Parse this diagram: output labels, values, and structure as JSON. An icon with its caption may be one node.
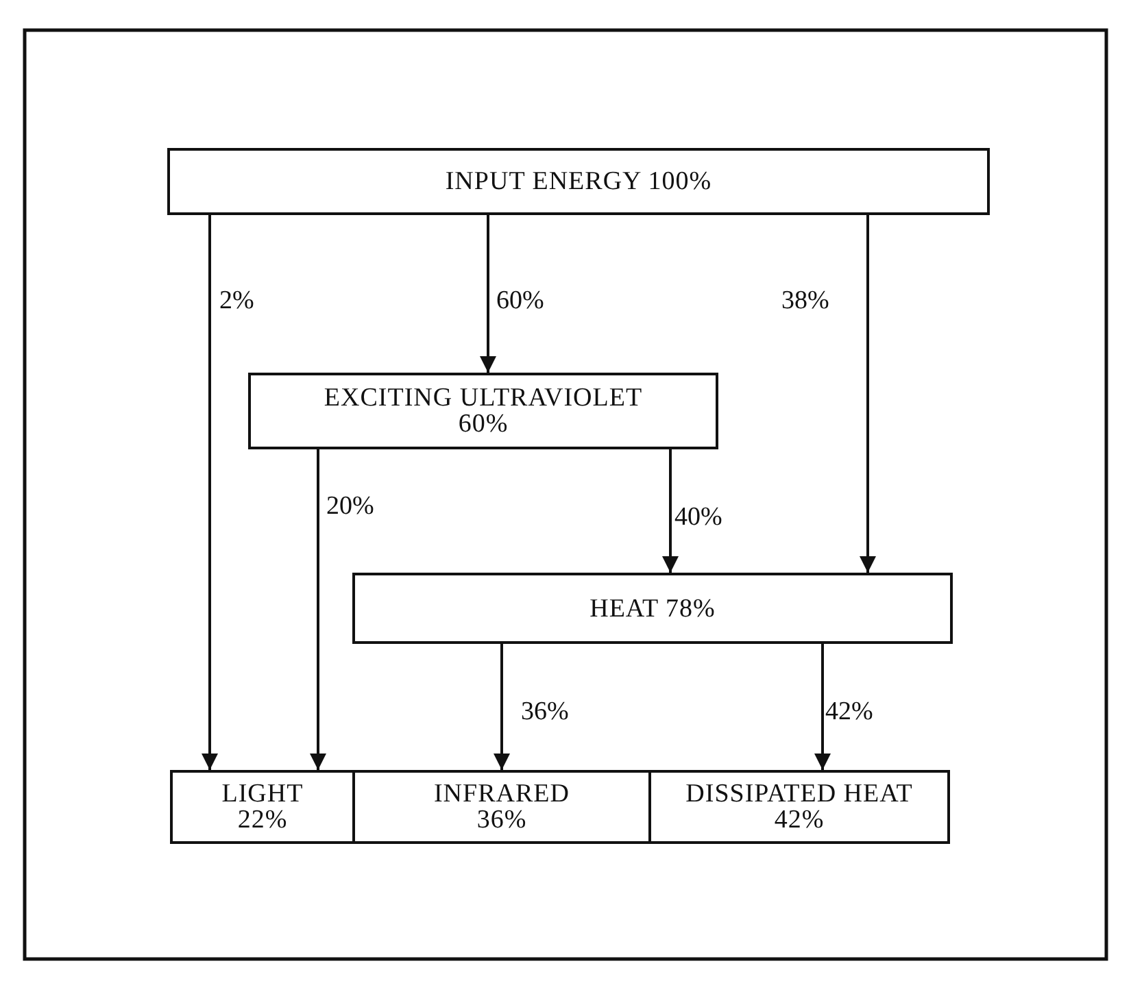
{
  "diagram": {
    "nodes": [
      {
        "text": [
          "INPUT ENERGY 100%"
        ]
      },
      {
        "text": [
          "EXCITING ULTRAVIOLET",
          "60%"
        ]
      },
      {
        "text": [
          "HEAT 78%"
        ]
      },
      {
        "text": [
          "LIGHT",
          "22%"
        ]
      },
      {
        "text": [
          "INFRARED",
          "36%"
        ]
      },
      {
        "text": [
          "DISSIPATED HEAT",
          "42%"
        ]
      }
    ],
    "edges": [
      {
        "from": 0,
        "to": 3,
        "arrow": "to",
        "label": "2%"
      },
      {
        "from": 0,
        "to": 1,
        "arrow": "to",
        "label": "60%"
      },
      {
        "from": 0,
        "to": 2,
        "arrow": "to",
        "label": "38%"
      },
      {
        "from": 1,
        "to": 3,
        "arrow": "to",
        "label": "20%"
      },
      {
        "from": 1,
        "to": 2,
        "arrow": "to",
        "label": "40%"
      },
      {
        "from": 2,
        "to": 4,
        "arrow": "to",
        "label": "36%"
      },
      {
        "from": 2,
        "to": 5,
        "arrow": "to",
        "label": "42%"
      }
    ]
  }
}
